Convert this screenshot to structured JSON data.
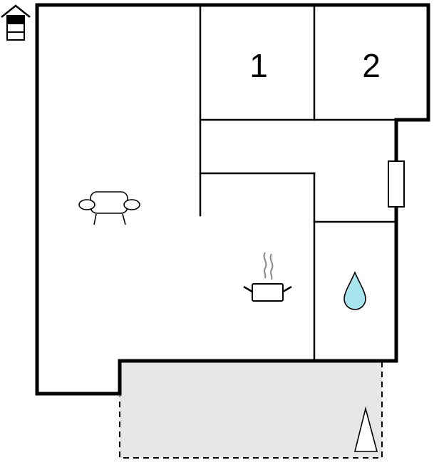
{
  "floorplan": {
    "rooms": [
      {
        "id": "bedroom-1",
        "label": "1"
      },
      {
        "id": "bedroom-2",
        "label": "2"
      }
    ],
    "icons": [
      "house-level-icon",
      "sofa-icon",
      "cooking-pot-icon",
      "water-drop-icon",
      "north-arrow-icon"
    ],
    "colors": {
      "wall": "#000000",
      "terrace_fill": "#e6e6e6",
      "water": "#a8e4ee"
    }
  }
}
